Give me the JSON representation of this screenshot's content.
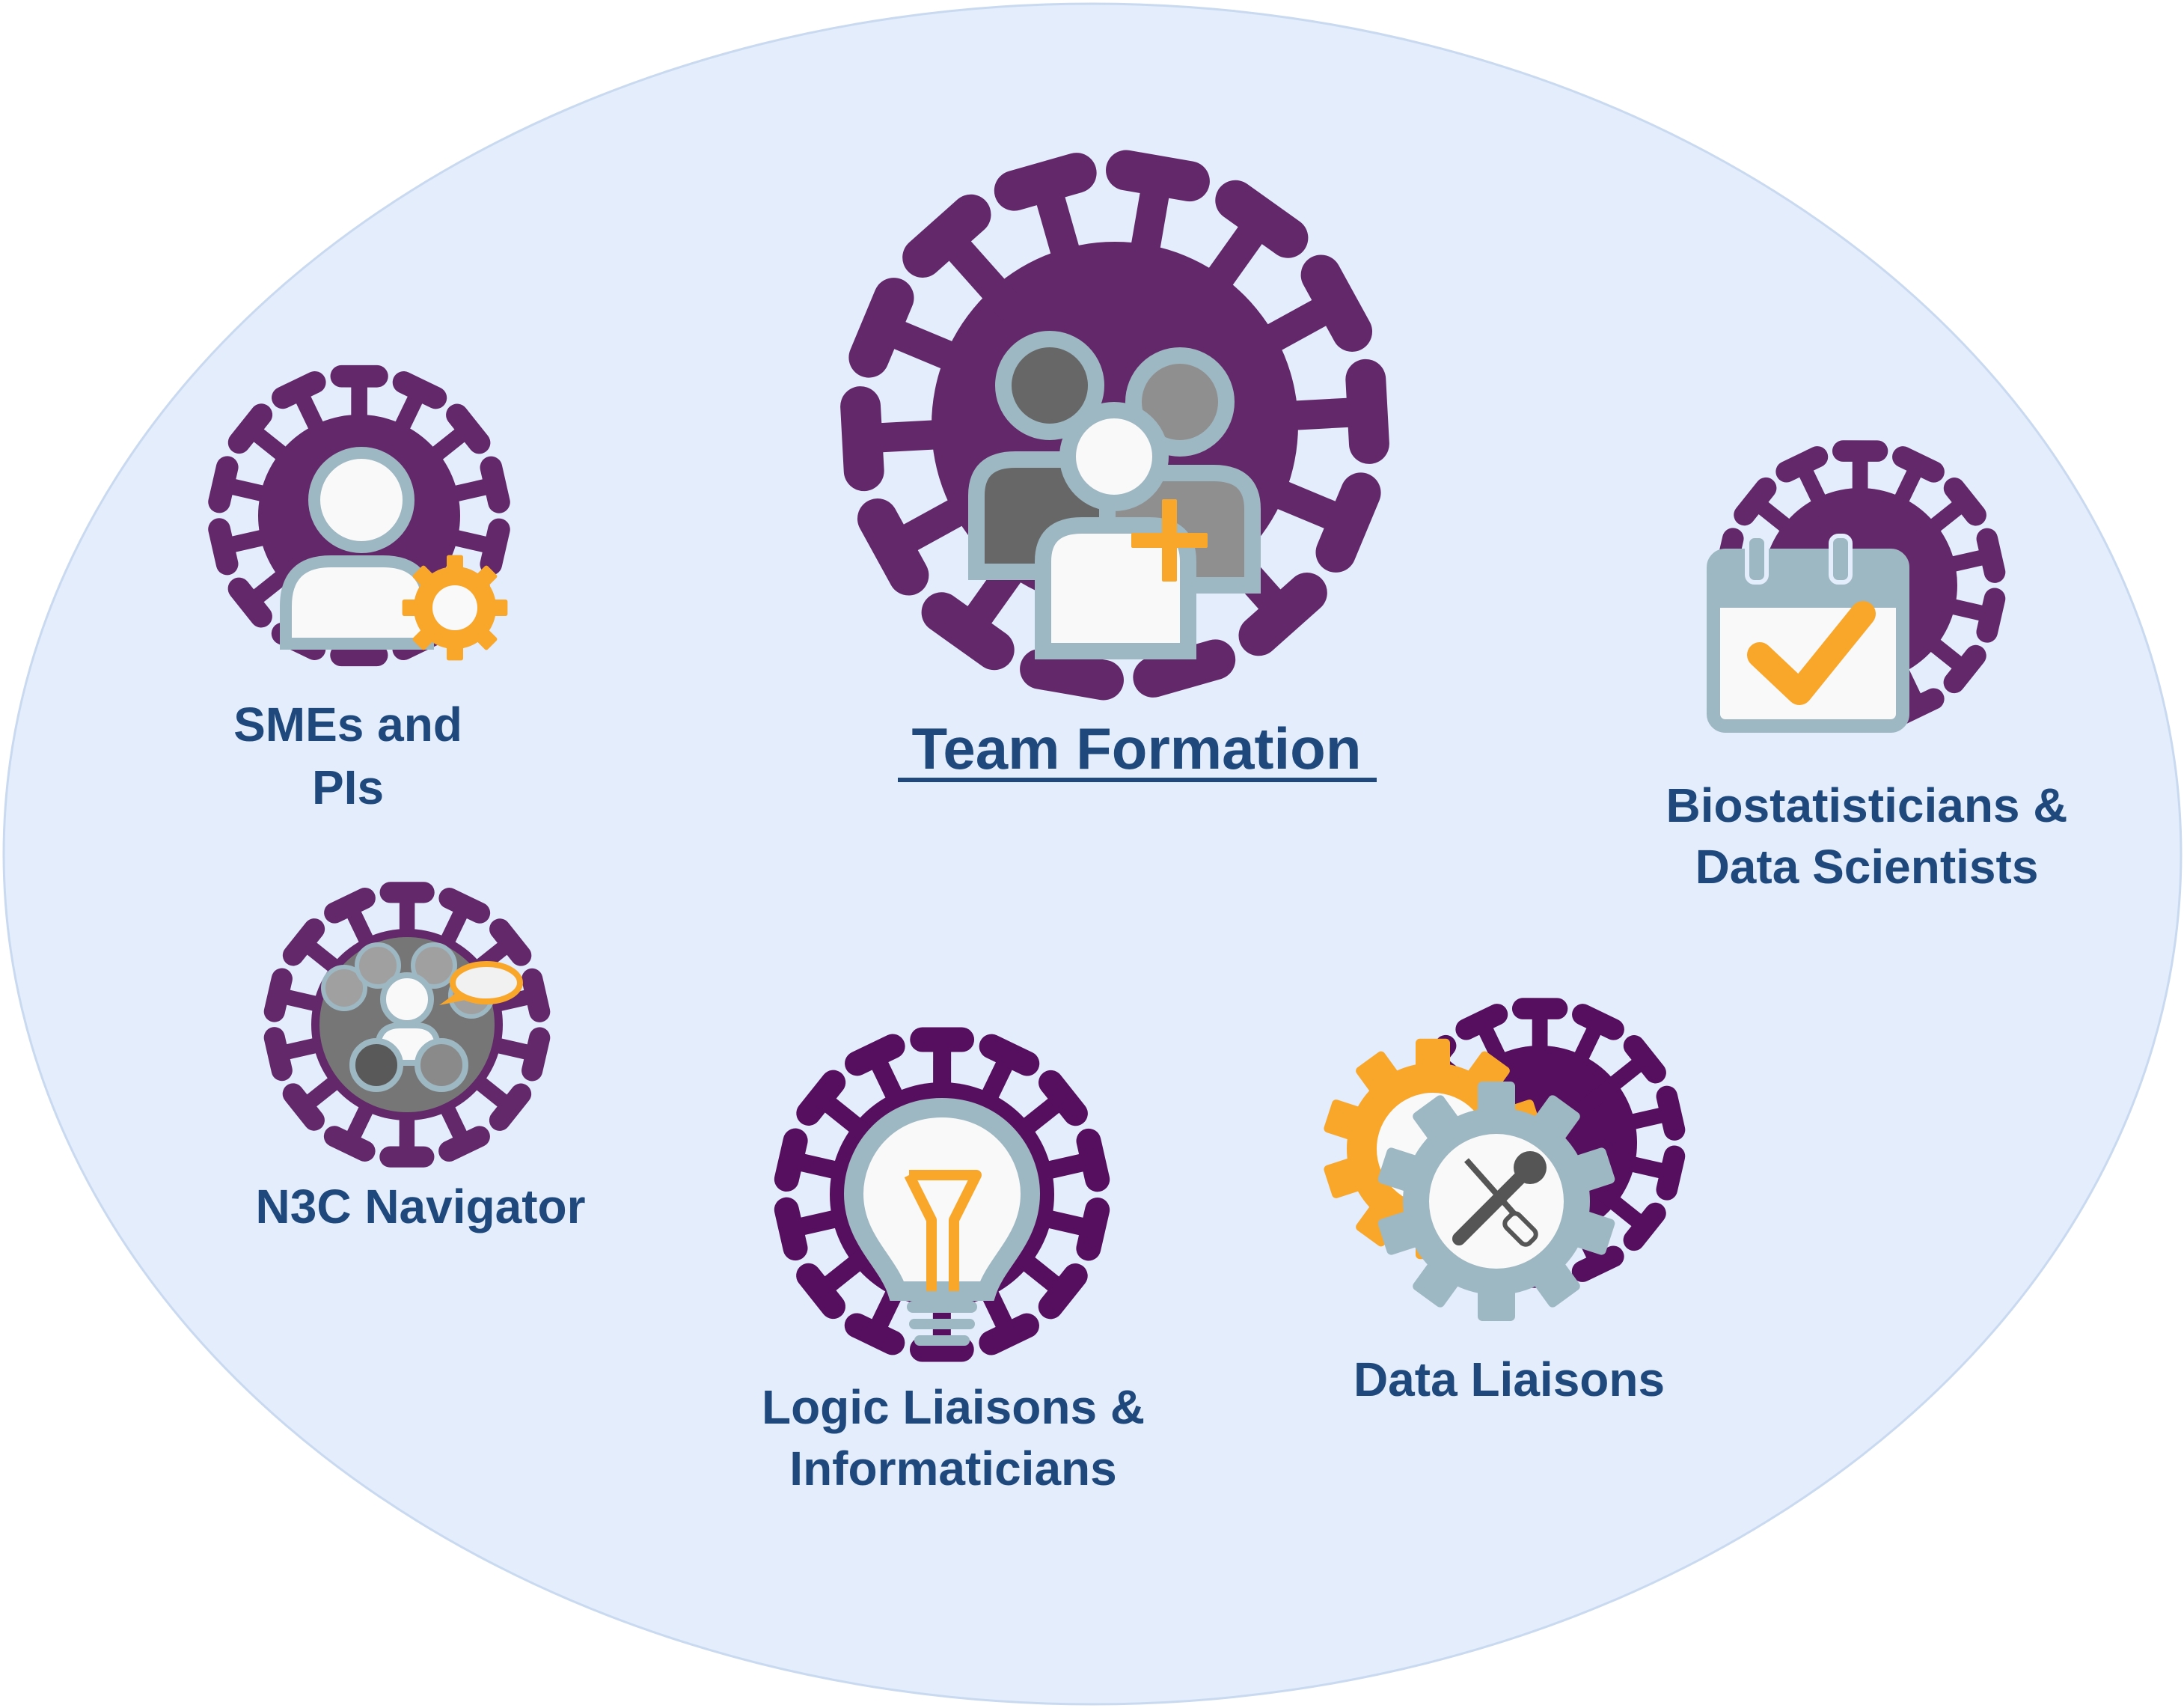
{
  "title": "Team Formation",
  "roles": {
    "smes": [
      "SMEs and",
      "PIs"
    ],
    "biostat": [
      "Biostatisticians &",
      "Data Scientists"
    ],
    "navigator": [
      "N3C Navigator"
    ],
    "logic": [
      "Logic Liaisons &",
      "Informaticians"
    ],
    "data": [
      "Data Liaisons"
    ]
  },
  "colors": {
    "background": "#e3edfc",
    "virus": "#63286a",
    "virus_dark": "#560e5e",
    "outline": "#9db8c2",
    "accent": "#f9a72b",
    "text": "#1f497d"
  }
}
